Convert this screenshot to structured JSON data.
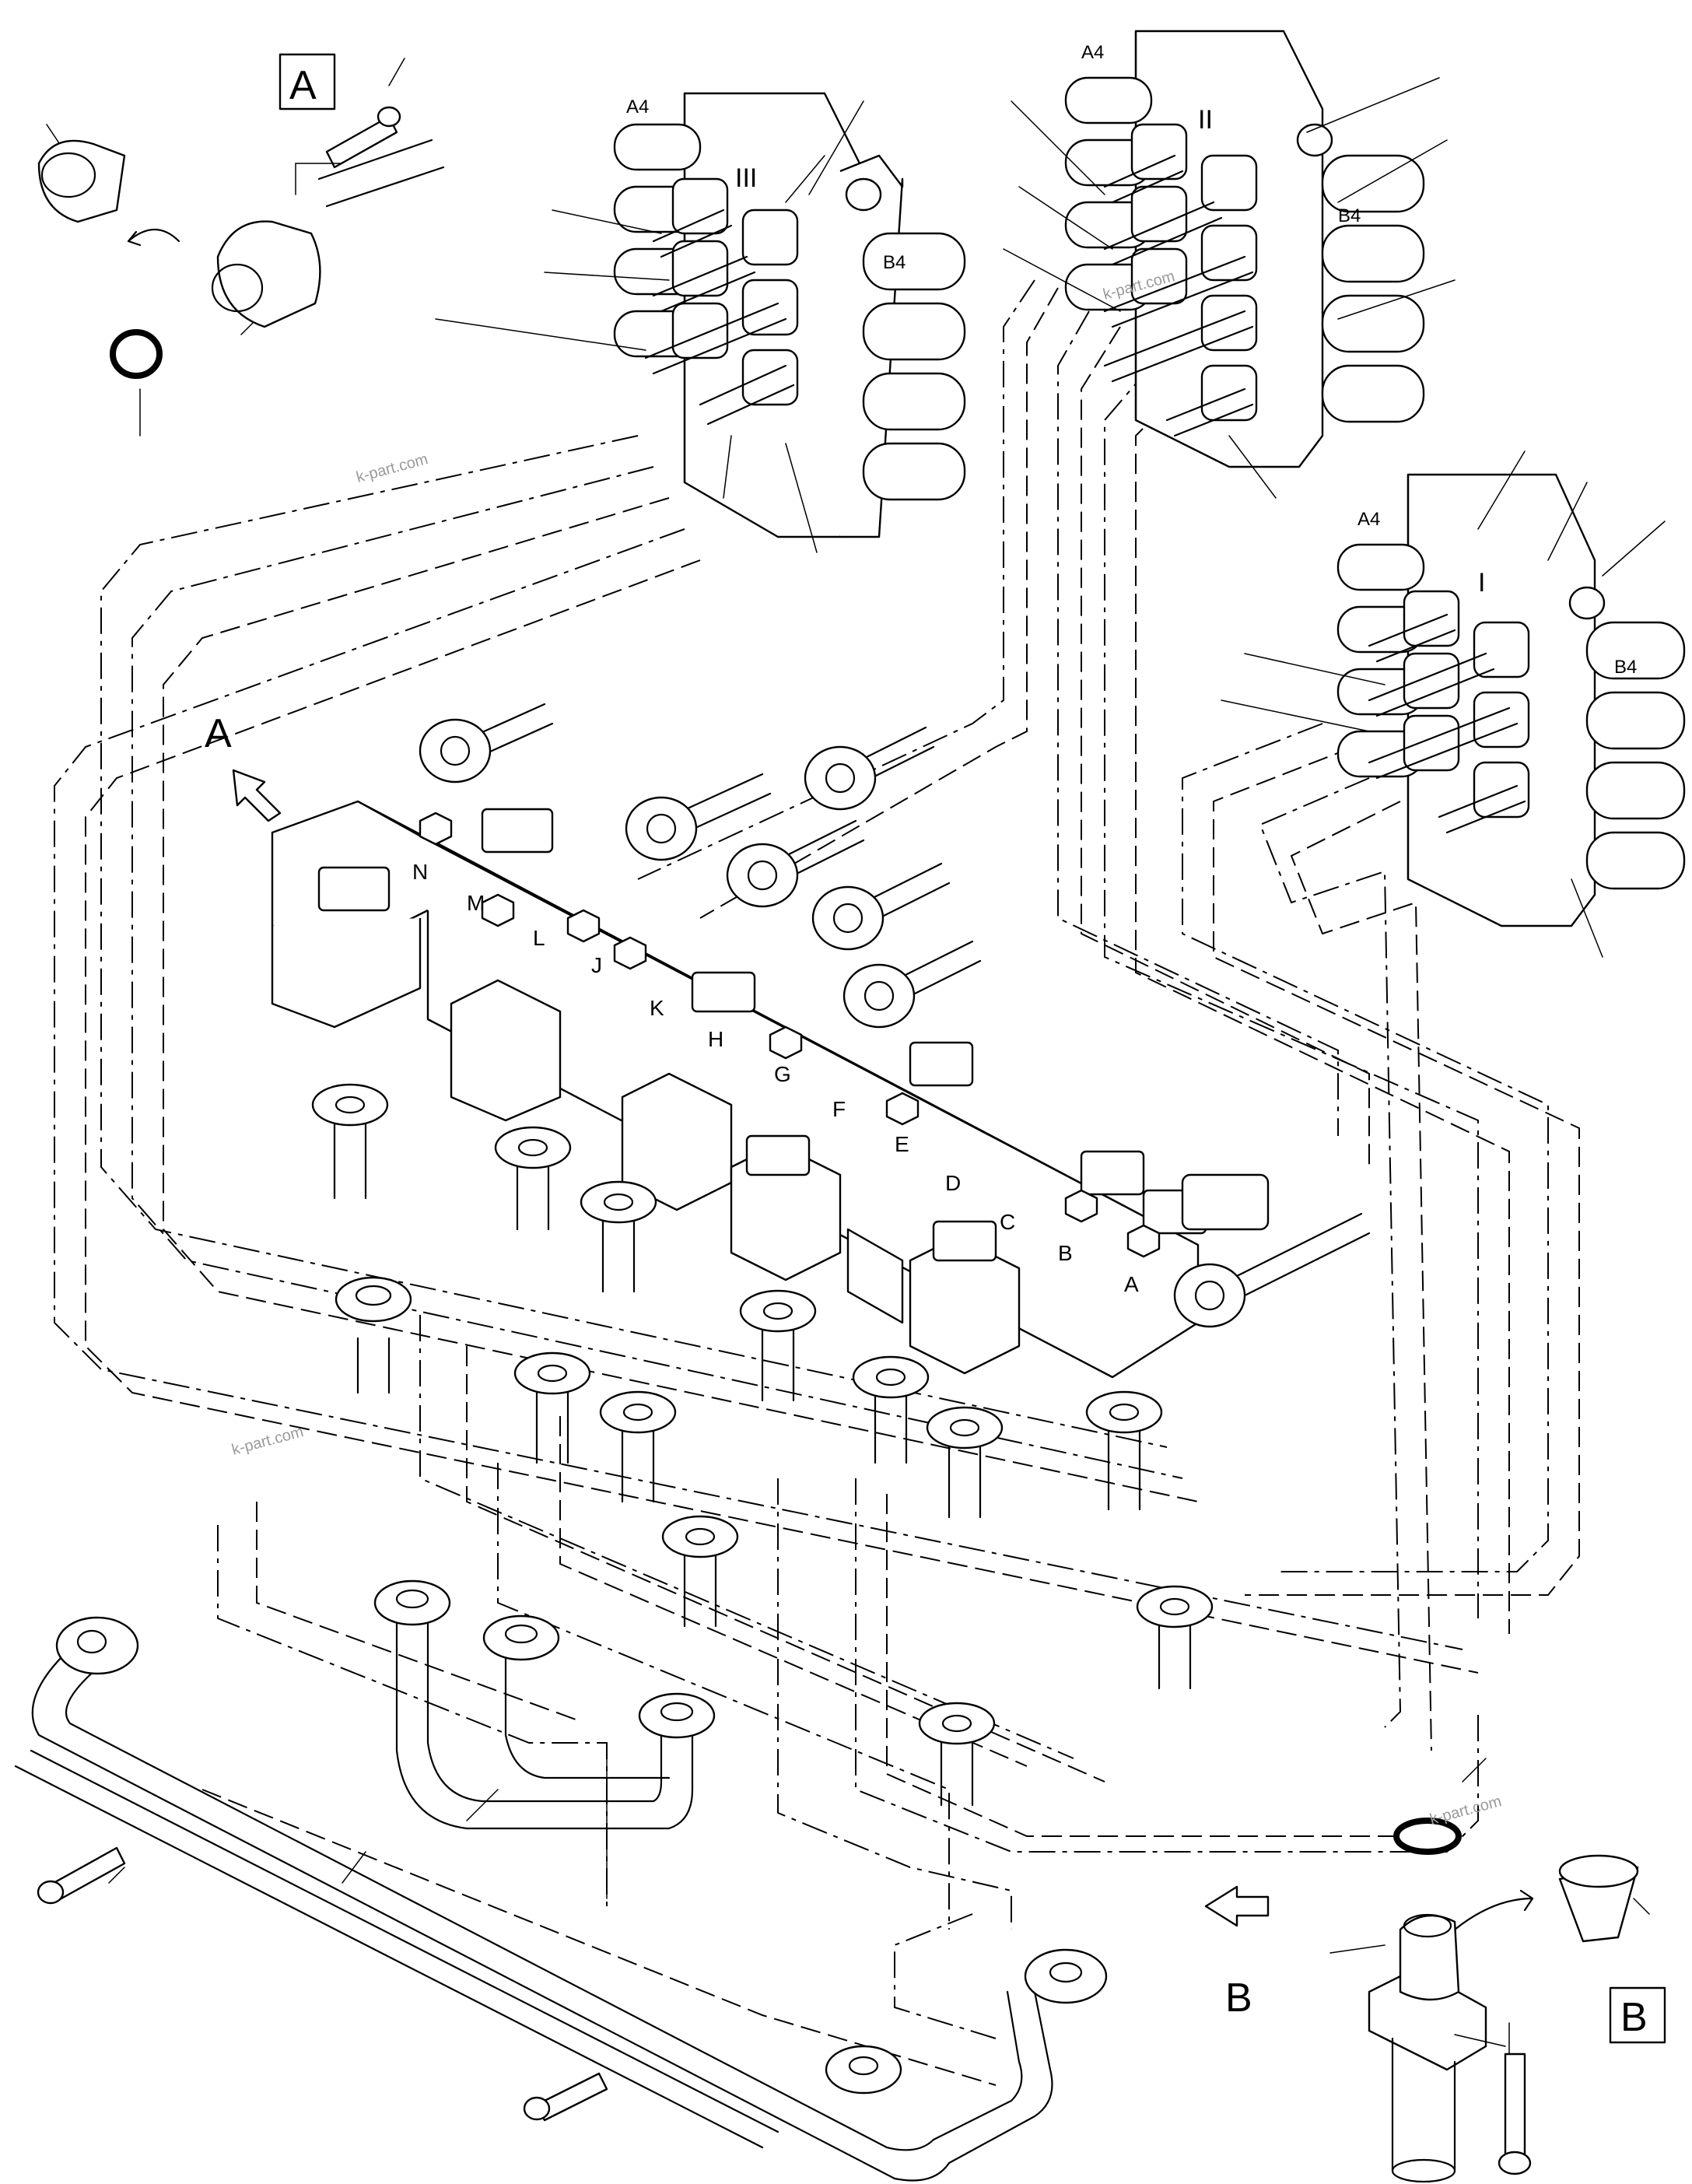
{
  "callouts": {
    "detail_a_box": "A",
    "detail_b_box": "B",
    "view_a_arrow": "A",
    "view_b_arrow": "B"
  },
  "valve_banks": [
    {
      "roman": "III",
      "port_a": "A4",
      "port_b": "B4"
    },
    {
      "roman": "II",
      "port_a": "A4",
      "port_b": "B4"
    },
    {
      "roman": "I",
      "port_a": "A4",
      "port_b": "B4"
    }
  ],
  "manifold_ports": [
    "N",
    "M",
    "L",
    "J",
    "K",
    "H",
    "G",
    "F",
    "E",
    "D",
    "C",
    "B",
    "A"
  ],
  "watermark": "k-part.com"
}
